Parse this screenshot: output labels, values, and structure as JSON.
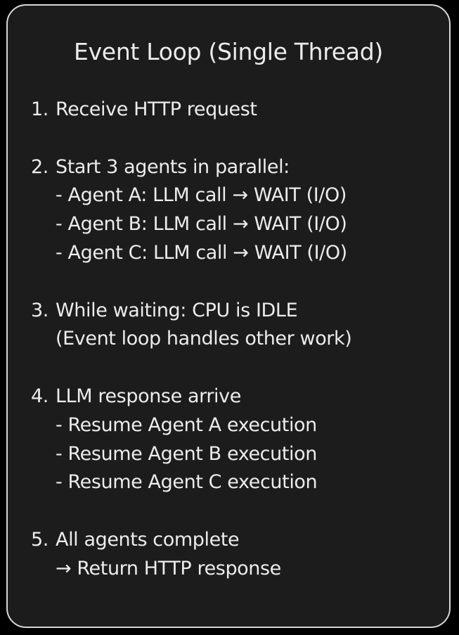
{
  "title": "Event Loop (Single Thread)",
  "steps": [
    {
      "number": "1.",
      "text": "Receive HTTP request",
      "details": []
    },
    {
      "number": "2.",
      "text": "Start 3 agents in parallel:",
      "details": [
        "- Agent A: LLM call → WAIT (I/O)",
        "- Agent B: LLM call → WAIT (I/O)",
        "- Agent C: LLM call → WAIT (I/O)"
      ]
    },
    {
      "number": "3.",
      "text": "While waiting: CPU is IDLE",
      "details": [
        "(Event loop handles other work)"
      ]
    },
    {
      "number": "4.",
      "text": "LLM response arrive",
      "details": [
        "- Resume Agent A execution",
        "- Resume Agent B execution",
        "- Resume Agent C execution"
      ]
    },
    {
      "number": "5.",
      "text": "All agents complete",
      "details": [
        "→ Return HTTP response"
      ]
    }
  ]
}
